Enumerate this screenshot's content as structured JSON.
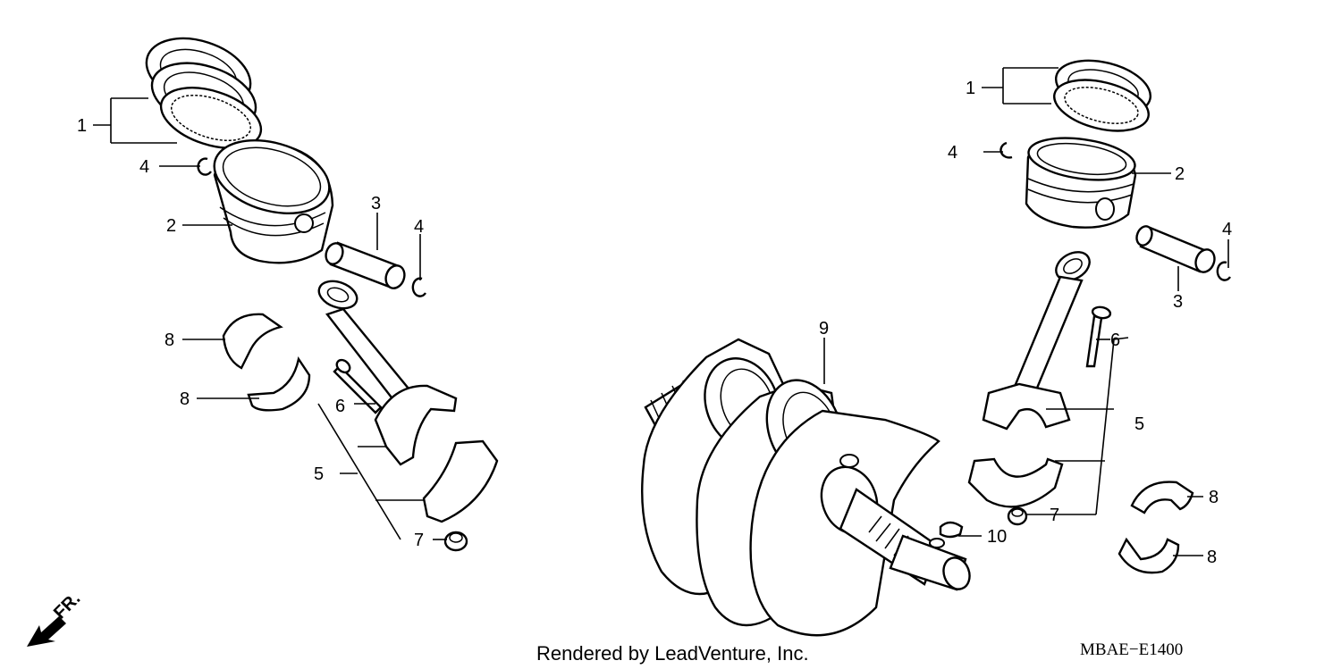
{
  "diagram": {
    "callouts": {
      "left_1": "1",
      "left_4a": "4",
      "left_2": "2",
      "left_3": "3",
      "left_4b": "4",
      "left_8a": "8",
      "left_8b": "8",
      "left_6": "6",
      "left_5": "5",
      "left_7": "7",
      "right_1": "1",
      "right_4a": "4",
      "right_2": "2",
      "right_4b": "4",
      "right_3": "3",
      "right_9": "9",
      "right_6": "6",
      "right_5": "5",
      "right_7": "7",
      "right_10": "10",
      "right_8a": "8",
      "right_8b": "8"
    },
    "fr_label": "FR.",
    "credit": "Rendered by LeadVenture, Inc.",
    "diagram_code": "MBAE−E1400"
  }
}
